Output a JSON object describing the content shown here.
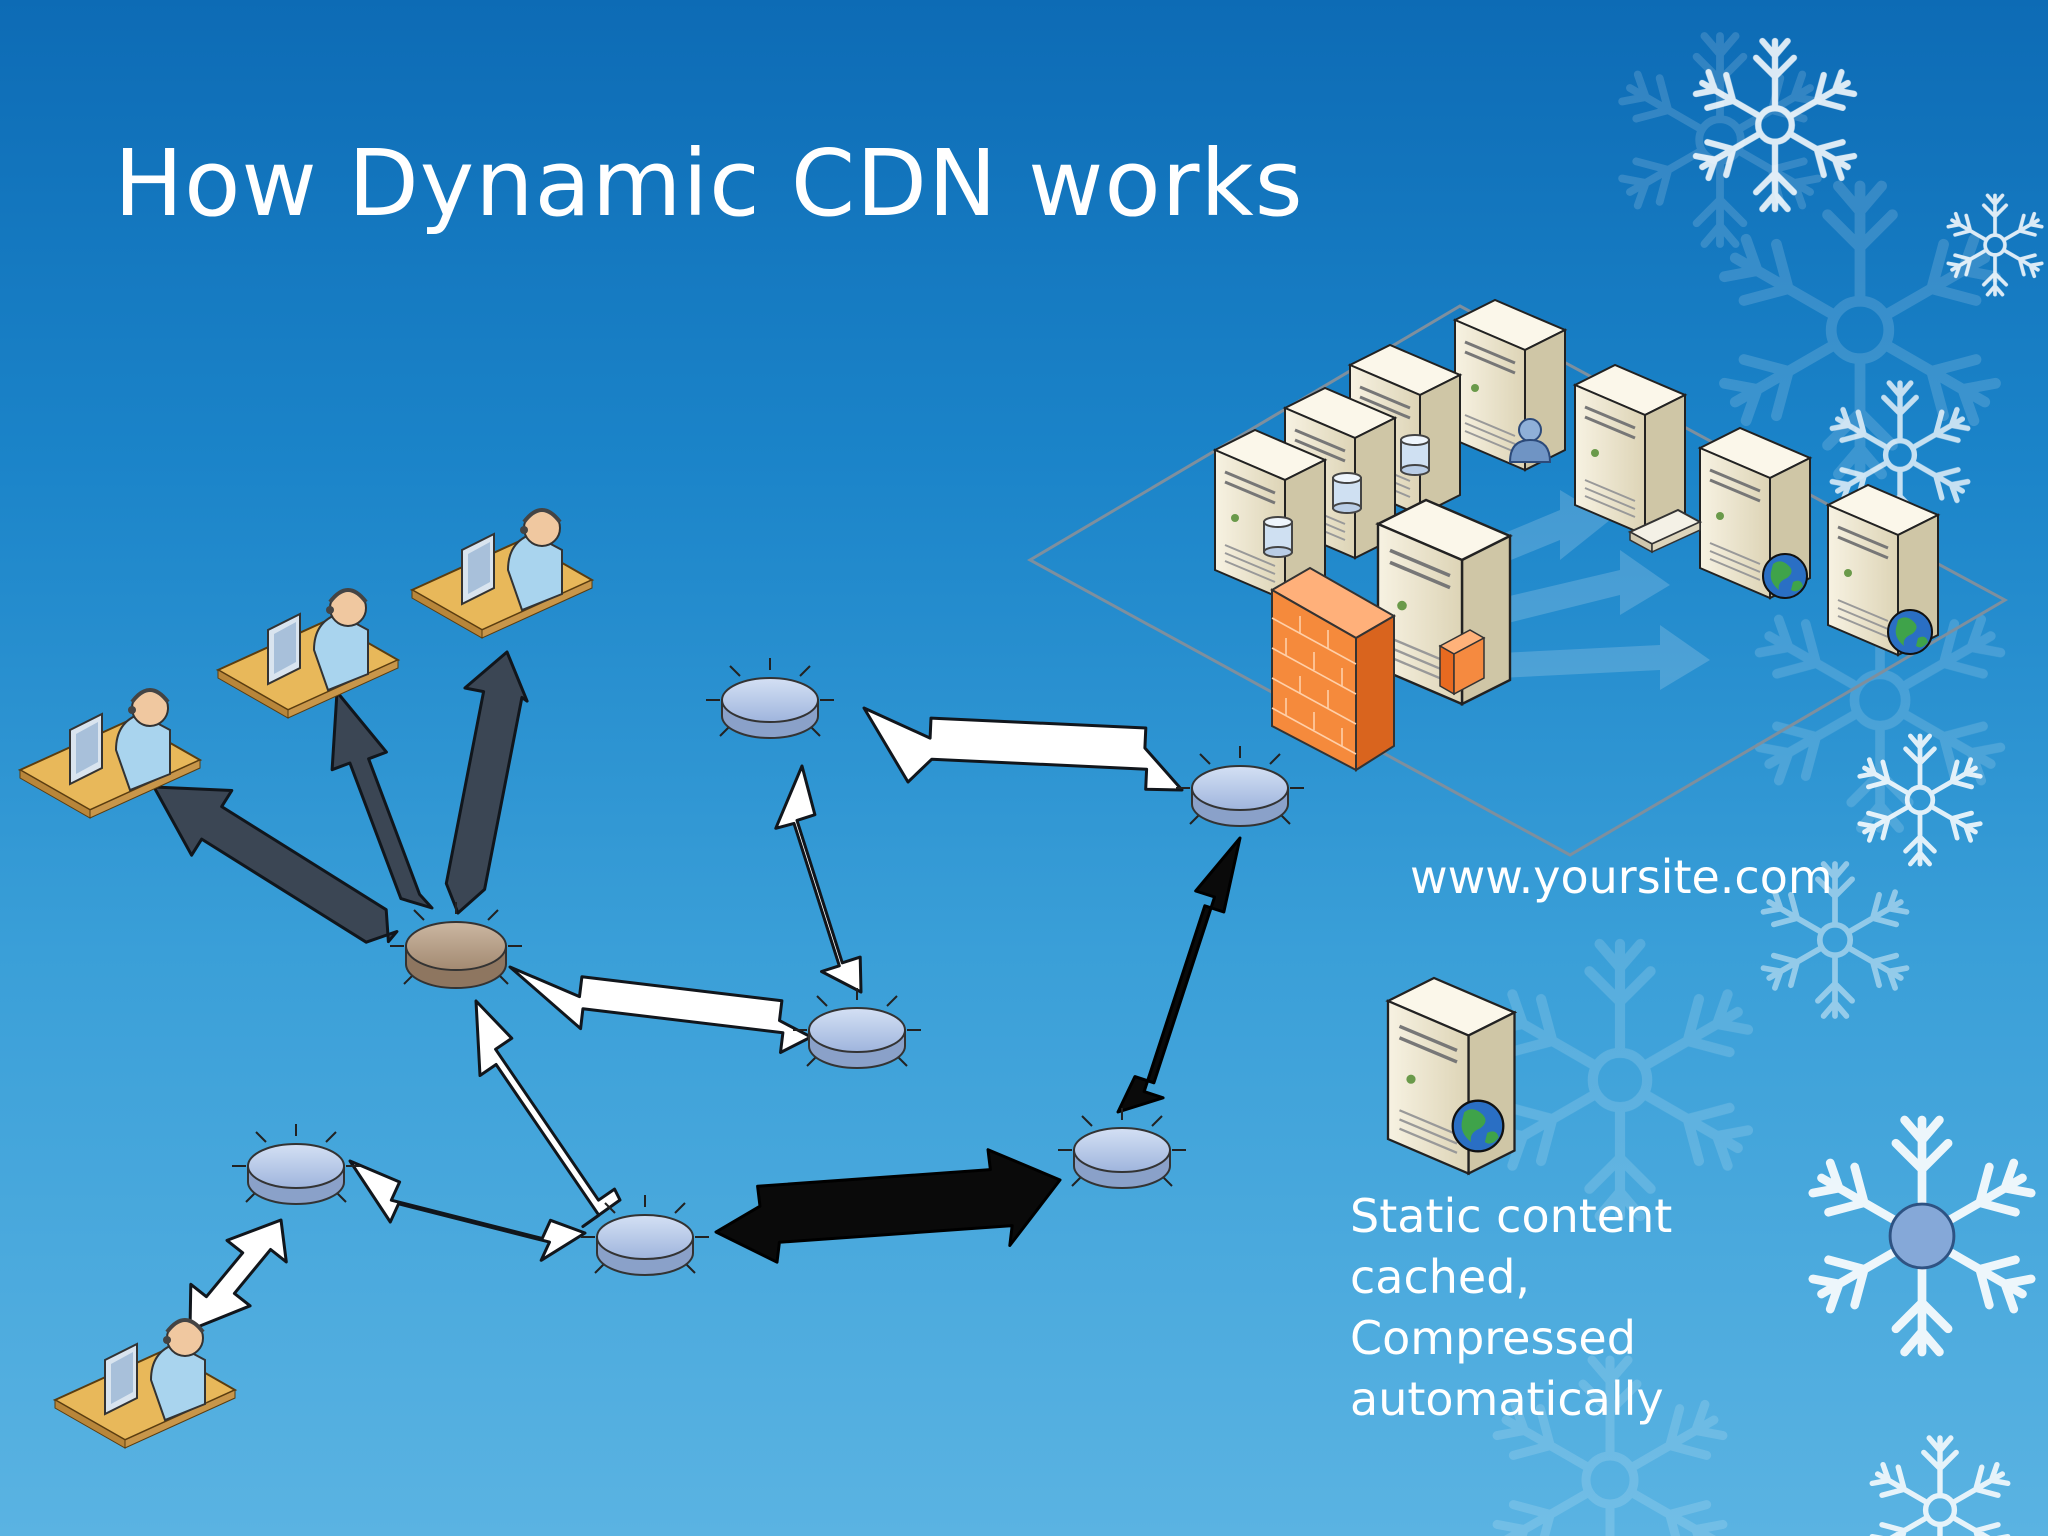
{
  "slide": {
    "title": "How Dynamic CDN works",
    "site_label": "www.yoursite.com",
    "static_caption": [
      "Static content",
      "cached,",
      "Compressed",
      "automatically"
    ]
  },
  "colors": {
    "bg_top": "#0d6bb5",
    "bg_bottom": "#5ab3e2",
    "node_blue": "#a8bde0",
    "origin_node": "#b39a82",
    "arrow_dark": "#3b4654",
    "arrow_black": "#0a0a0a",
    "arrow_white": "#ffffff",
    "firewall": "#f07a30",
    "server": "#eae3cc"
  },
  "icons": [
    "snowflake-icon",
    "user-workstation-icon",
    "server-icon",
    "firewall-icon",
    "globe-icon",
    "database-icon",
    "network-node-icon"
  ]
}
